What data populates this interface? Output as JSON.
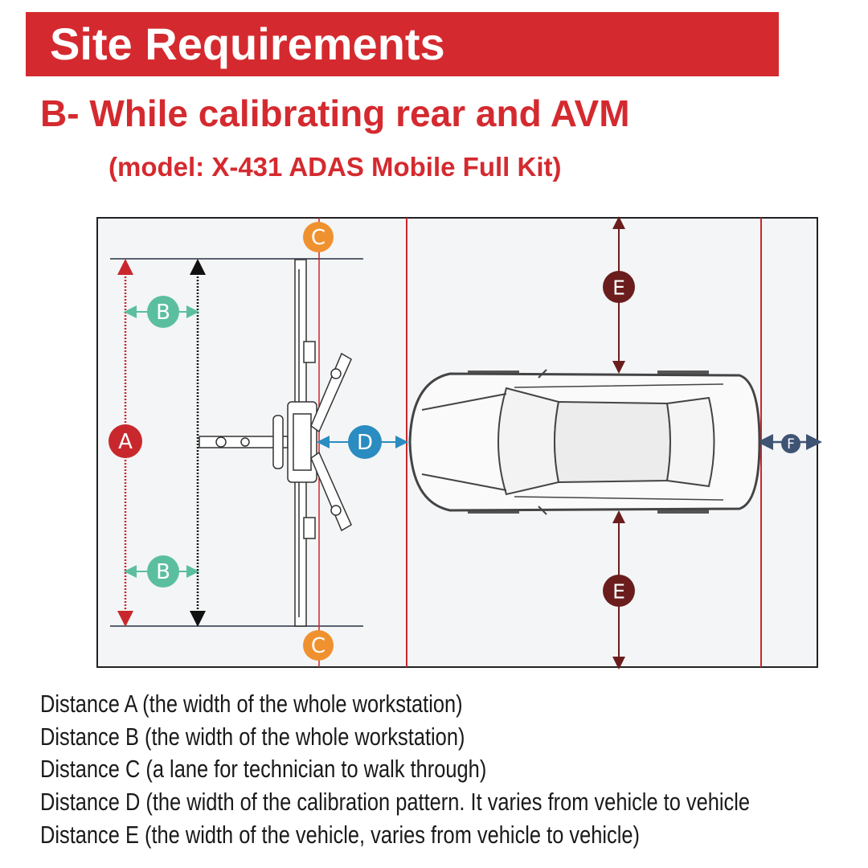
{
  "header": {
    "title": "Site Requirements"
  },
  "subtitle": "B- While calibrating rear and AVM",
  "model": "(model: X-431 ADAS Mobile Full Kit)",
  "diagram": {
    "labels": {
      "A": "A",
      "B": "B",
      "C": "C",
      "D": "D",
      "E": "E",
      "F": "F"
    },
    "colors": {
      "A": "#c8282d",
      "B": "#5bbf9f",
      "C": "#f0912f",
      "D": "#2a8cc0",
      "E": "#6b1d1d",
      "F": "#3f5474",
      "lane": "#c8282d"
    }
  },
  "legend": [
    "Distance A (the width of the whole workstation)",
    "Distance B (the width of the whole workstation)",
    "Distance C (a lane for technician to walk through)",
    "Distance D (the width of the calibration pattern. It varies from vehicle to vehicle",
    "Distance E (the width of the vehicle, varies from vehicle to vehicle)"
  ]
}
